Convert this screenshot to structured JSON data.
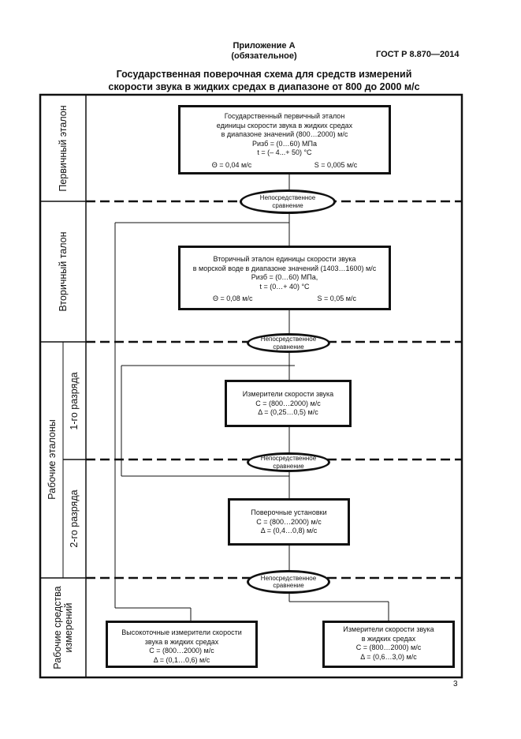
{
  "header": {
    "annex_title": "Приложение А",
    "annex_note": "(обязательное)",
    "standard": "ГОСТ Р 8.870—2014"
  },
  "title": {
    "line1": "Государственная поверочная схема для средств измерений",
    "line2": "скорости звука в жидких средах в диапазоне от 800 до 2000 м/с"
  },
  "levels": {
    "primary": "Первичный эталон",
    "secondary": "Вторичный талон",
    "working": "Рабочие эталоны",
    "grade1": "1-го разряда",
    "grade2": "2-го разряда",
    "instruments_line1": "Рабочие средства",
    "instruments_line2": "измерений"
  },
  "primary_standard": {
    "line1": "Государственный первичный эталон",
    "line2": "единицы скорости звука в жидких средах",
    "line3": "в диапазоне значений (800…2000) м/с",
    "pressure": "Pизб = (0…60) МПа",
    "temperature": "t = (– 4...+ 50) °С",
    "theta": "Θ = 0,04 м/с",
    "s": "S = 0,005 м/с"
  },
  "secondary_standard": {
    "line1": "Вторичный эталон единицы скорости звука",
    "line2": "в морской воде в диапазоне значений (1403…1600) м/с",
    "pressure": "Pизб = (0…60) МПа,",
    "temperature": "t = (0…+ 40) °С",
    "theta": "Θ = 0,08 м/с",
    "s": "S = 0,05 м/с"
  },
  "working_grade1": {
    "line1": "Измерители скорости звука",
    "range": "C = (800…2000) м/с",
    "delta": "Δ = (0,25…0,5) м/с"
  },
  "working_grade2": {
    "line1": "Поверочные установки",
    "range": "C = (800…2000) м/с",
    "delta": "Δ = (0,4…0,8) м/с"
  },
  "instrument_left": {
    "line1": "Высокоточные измерители скорости",
    "line2": "звука в жидких средах",
    "range": "C = (800…2000) м/с",
    "delta": "Δ = (0,1…0,6) м/с"
  },
  "instrument_right": {
    "line1": "Измерители скорости звука",
    "line2": "в жидких средах",
    "range": "C = (800…2000) м/с",
    "delta": "Δ = (0,6…3,0) м/с"
  },
  "comparison": {
    "line1": "Непосредственное",
    "line2": "сравнение"
  },
  "page_number": "3"
}
